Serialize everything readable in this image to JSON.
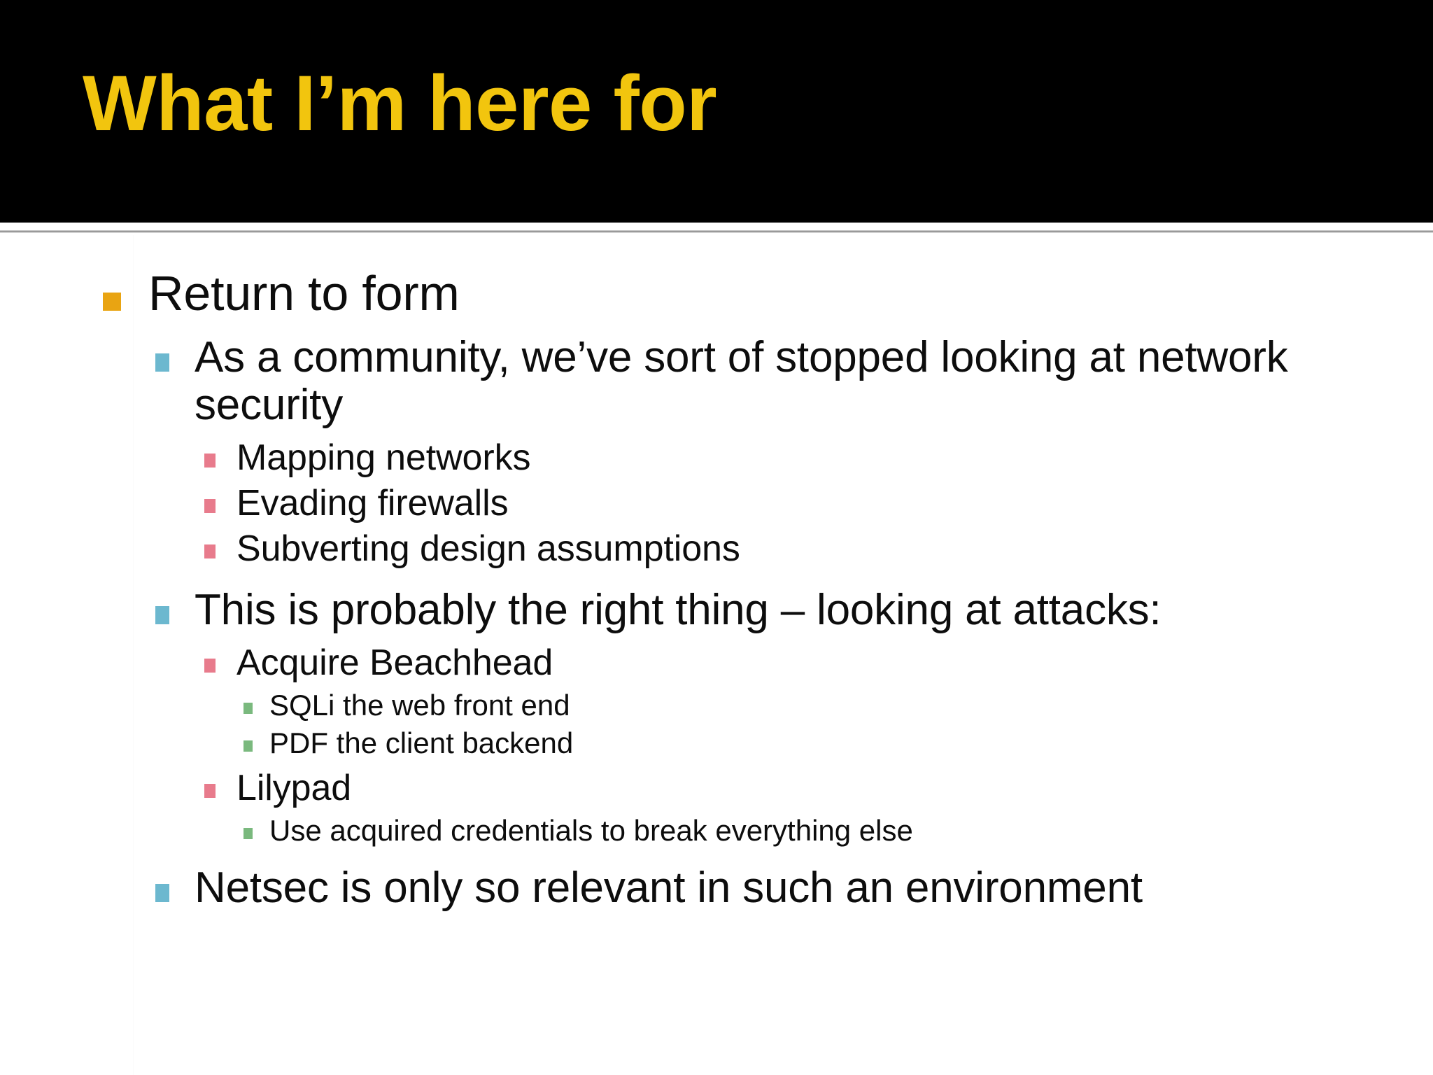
{
  "slide": {
    "title": "What I’m here for",
    "title_color": "#F2C50E",
    "title_background": "#000000",
    "body_background": "#FFFFFF",
    "body_text_color": "#0D0D0D",
    "divider_color": "#8C8C8C"
  },
  "bullet_colors": {
    "level1": "#E9A412",
    "level2": "#6CB8CF",
    "level3": "#E87B8C",
    "level4": "#7AB97E"
  },
  "outline": {
    "b0": {
      "level": 1,
      "text": "Return to form"
    },
    "b1": {
      "level": 2,
      "text": "As a community, we’ve sort of stopped looking at network security"
    },
    "b2": {
      "level": 3,
      "text": "Mapping networks"
    },
    "b3": {
      "level": 3,
      "text": "Evading firewalls"
    },
    "b4": {
      "level": 3,
      "text": "Subverting design assumptions"
    },
    "b5": {
      "level": 2,
      "text": "This is probably the right thing – looking at attacks:"
    },
    "b6": {
      "level": 3,
      "text": "Acquire Beachhead"
    },
    "b7": {
      "level": 4,
      "text": "SQLi the web front end"
    },
    "b8": {
      "level": 4,
      "text": "PDF the client backend"
    },
    "b9": {
      "level": 3,
      "text": "Lilypad"
    },
    "b10": {
      "level": 4,
      "text": "Use acquired credentials to break everything else"
    },
    "b11": {
      "level": 2,
      "text": "Netsec is only so relevant in such an environment"
    }
  }
}
